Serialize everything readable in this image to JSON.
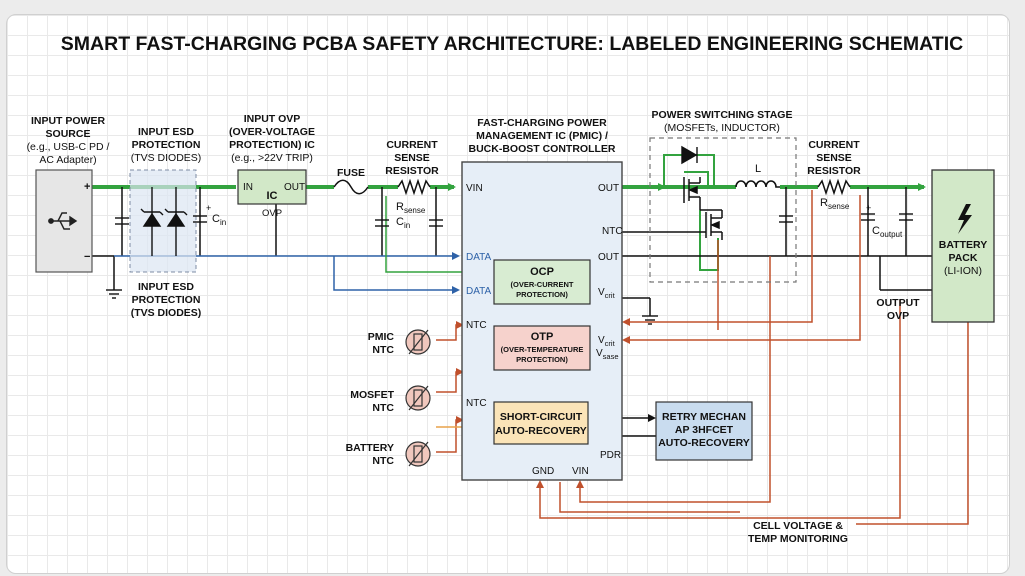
{
  "title": "SMART FAST-CHARGING PCBA SAFETY ARCHITECTURE: LABELED ENGINEERING SCHEMATIC",
  "input_source": {
    "l1": "INPUT POWER",
    "l2": "SOURCE",
    "l3": "(e.g., USB-C PD /",
    "l4": "AC Adapter)"
  },
  "esd_top": {
    "l1": "INPUT ESD",
    "l2": "PROTECTION",
    "l3": "(TVS DIODES)"
  },
  "esd_bottom": {
    "l1": "INPUT ESD",
    "l2": "PROTECTION",
    "l3": "(TVS DIODES)"
  },
  "ovp_label": {
    "l1": "INPUT OVP",
    "l2": "(OVER-VOLTAGE",
    "l3": "PROTECTION) IC",
    "l4": "(e.g., >22V TRIP)"
  },
  "ovp_ic": {
    "in": "IN",
    "out": "OUT",
    "ic": "IC",
    "ovp": "OVP"
  },
  "fuse": "FUSE",
  "cs1": {
    "l1": "CURRENT",
    "l2": "SENSE",
    "l3": "RESISTOR",
    "r": "R",
    "rsub": "sense",
    "c": "C",
    "csub": "in"
  },
  "cin1": {
    "c": "C",
    "sub": "in"
  },
  "pmic_label": {
    "l1": "FAST-CHARGING POWER",
    "l2": "MANAGEMENT IC (PMIC) /",
    "l3": "BUCK-BOOST CONTROLLER"
  },
  "pmic_pins": {
    "vin": "VIN",
    "out1": "OUT",
    "ntc_r": "NTC",
    "out2": "OUT",
    "data1": "DATA",
    "data2": "DATA",
    "vcrit1": "V",
    "vcrit1sub": "crit",
    "vcrit2": "V",
    "vcrit2sub": "crit",
    "vsase": "V",
    "vsasesub": "sase",
    "ntc1": "NTC",
    "ntc2": "NTC",
    "pdr": "PDR",
    "gnd": "GND",
    "vin_b": "VIN"
  },
  "ocp": {
    "l1": "OCP",
    "l2": "(OVER-CURRENT",
    "l3": "PROTECTION)"
  },
  "otp": {
    "l1": "OTP",
    "l2": "(OVER-TEMPERATURE",
    "l3": "PROTECTION)"
  },
  "scp": {
    "l1": "SHORT-CIRCUIT",
    "l2": "AUTO-RECOVERY"
  },
  "retry": {
    "l1": "RETRY MECHAN",
    "l2": "AP 3HFCET",
    "l3": "AUTO-RECOVERY"
  },
  "switch_label": {
    "l1": "POWER SWITCHING STAGE",
    "l2": "(MOSFETs, INDUCTOR)",
    "ind": "L"
  },
  "cs2": {
    "l1": "CURRENT",
    "l2": "SENSE",
    "l3": "RESISTOR",
    "r": "R",
    "rsub": "sense"
  },
  "coutput": {
    "c": "C",
    "sub": "output"
  },
  "battery": {
    "l1": "BATTERY",
    "l2": "PACK",
    "l3": "(LI-ION)"
  },
  "output_ovp": {
    "l1": "OUTPUT",
    "l2": "OVP"
  },
  "ntc_pmic": {
    "l1": "PMIC",
    "l2": "NTC"
  },
  "ntc_mosfet": {
    "l1": "MOSFET",
    "l2": "NTC"
  },
  "ntc_battery": {
    "l1": "BATTERY",
    "l2": "NTC"
  },
  "monitor": {
    "l1": "CELL VOLTAGE &",
    "l2": "TEMP MONITORING"
  },
  "cap_plus": "+",
  "src_plus": "+",
  "src_minus": "−",
  "colors": {
    "power": "#33a33f",
    "signal": "#2e62a8",
    "feedback": "#c0502c",
    "pmic_fill": "#e6eef7",
    "ocp_fill": "#d8ecd2",
    "otp_fill": "#f6d2cc",
    "scp_fill": "#fbe4b8",
    "retry_fill": "#c9dcef",
    "battery_fill": "#d2e8c8"
  }
}
